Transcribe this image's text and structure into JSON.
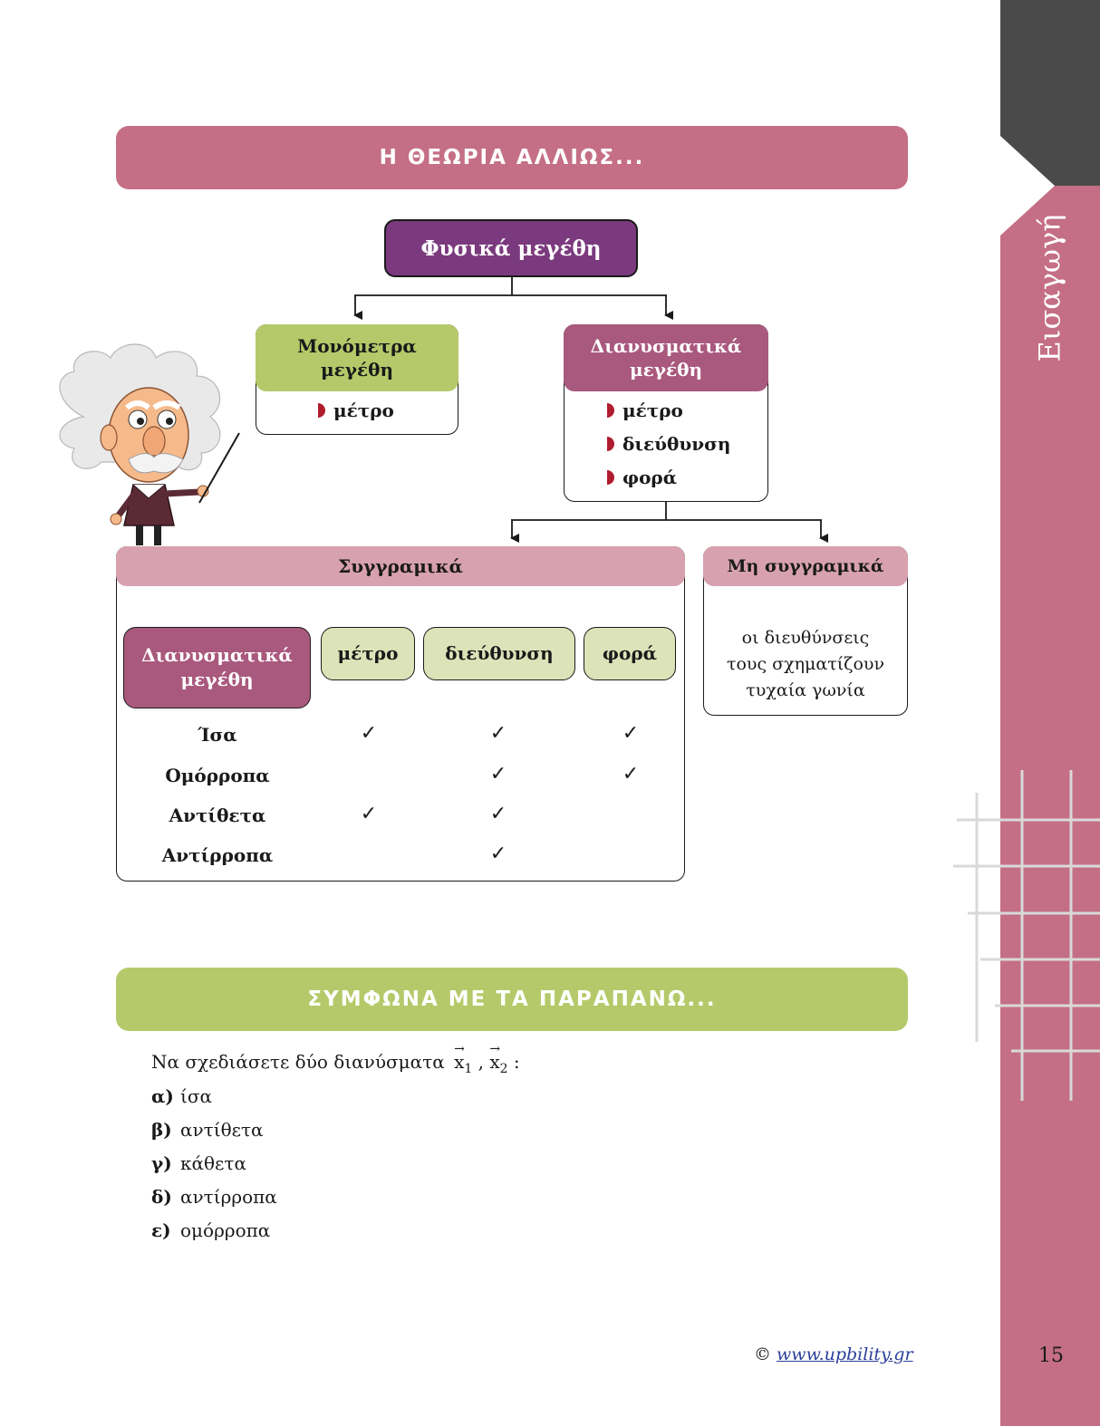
{
  "sidebar": {
    "chapter": "Εισαγωγή",
    "page_number": "15"
  },
  "section1": {
    "title": "Η ΘΕΩΡΙΑ ΑΛΛΙΩΣ..."
  },
  "tree": {
    "root": "Φυσικά μεγέθη",
    "scalar": {
      "title_line1": "Μονόμετρα",
      "title_line2": "μεγέθη",
      "items": [
        "μέτρο"
      ]
    },
    "vector": {
      "title_line1": "Διανυσματικά",
      "title_line2": "μεγέθη",
      "items": [
        "μέτρο",
        "διεύθυνση",
        "φορά"
      ]
    }
  },
  "collinear": {
    "title": "Συγγραμικά",
    "row_header_line1": "Διανυσματικά",
    "row_header_line2": "μεγέθη",
    "columns": [
      "μέτρο",
      "διεύθυνση",
      "φορά"
    ],
    "rows": [
      {
        "label": "Ίσα",
        "checks": [
          true,
          true,
          true
        ]
      },
      {
        "label": "Ομόρροπα",
        "checks": [
          false,
          true,
          true
        ]
      },
      {
        "label": "Αντίθετα",
        "checks": [
          true,
          true,
          false
        ]
      },
      {
        "label": "Αντίρροπα",
        "checks": [
          false,
          true,
          false
        ]
      }
    ],
    "check_symbol": "✓"
  },
  "noncollinear": {
    "title": "Μη συγγραμικά",
    "text_line1": "οι διευθύνσεις",
    "text_line2": "τους σχηματίζουν",
    "text_line3": "τυχαία γωνία"
  },
  "section2": {
    "title": "ΣΥΜΦΩΝΑ ΜΕ ΤΑ ΠΑΡΑΠΑΝΩ..."
  },
  "exercise": {
    "intro": "Να σχεδιάσετε δύο διανύσματα",
    "vec1": "x",
    "sub1": "1",
    "vec2": "x",
    "sub2": "2",
    "sep": ",",
    "colon": ":",
    "items": [
      {
        "letter": "α)",
        "text": "ίσα"
      },
      {
        "letter": "β)",
        "text": "αντίθετα"
      },
      {
        "letter": "γ)",
        "text": "κάθετα"
      },
      {
        "letter": "δ)",
        "text": "αντίρροπα"
      },
      {
        "letter": "ε)",
        "text": "ομόρροπα"
      }
    ]
  },
  "footer": {
    "copyright": "©",
    "link": "www.upbility.gr"
  },
  "colors": {
    "sidebar_dark": "#4a4a4a",
    "accent_pink": "#c46f85",
    "accent_green": "#b6c96a",
    "root_purple": "#7b3a7e",
    "vector_header": "#a9597d",
    "collinear_header": "#d8a1b0",
    "pill_green": "#dde3b8",
    "bullet_red": "#b01c2e"
  }
}
